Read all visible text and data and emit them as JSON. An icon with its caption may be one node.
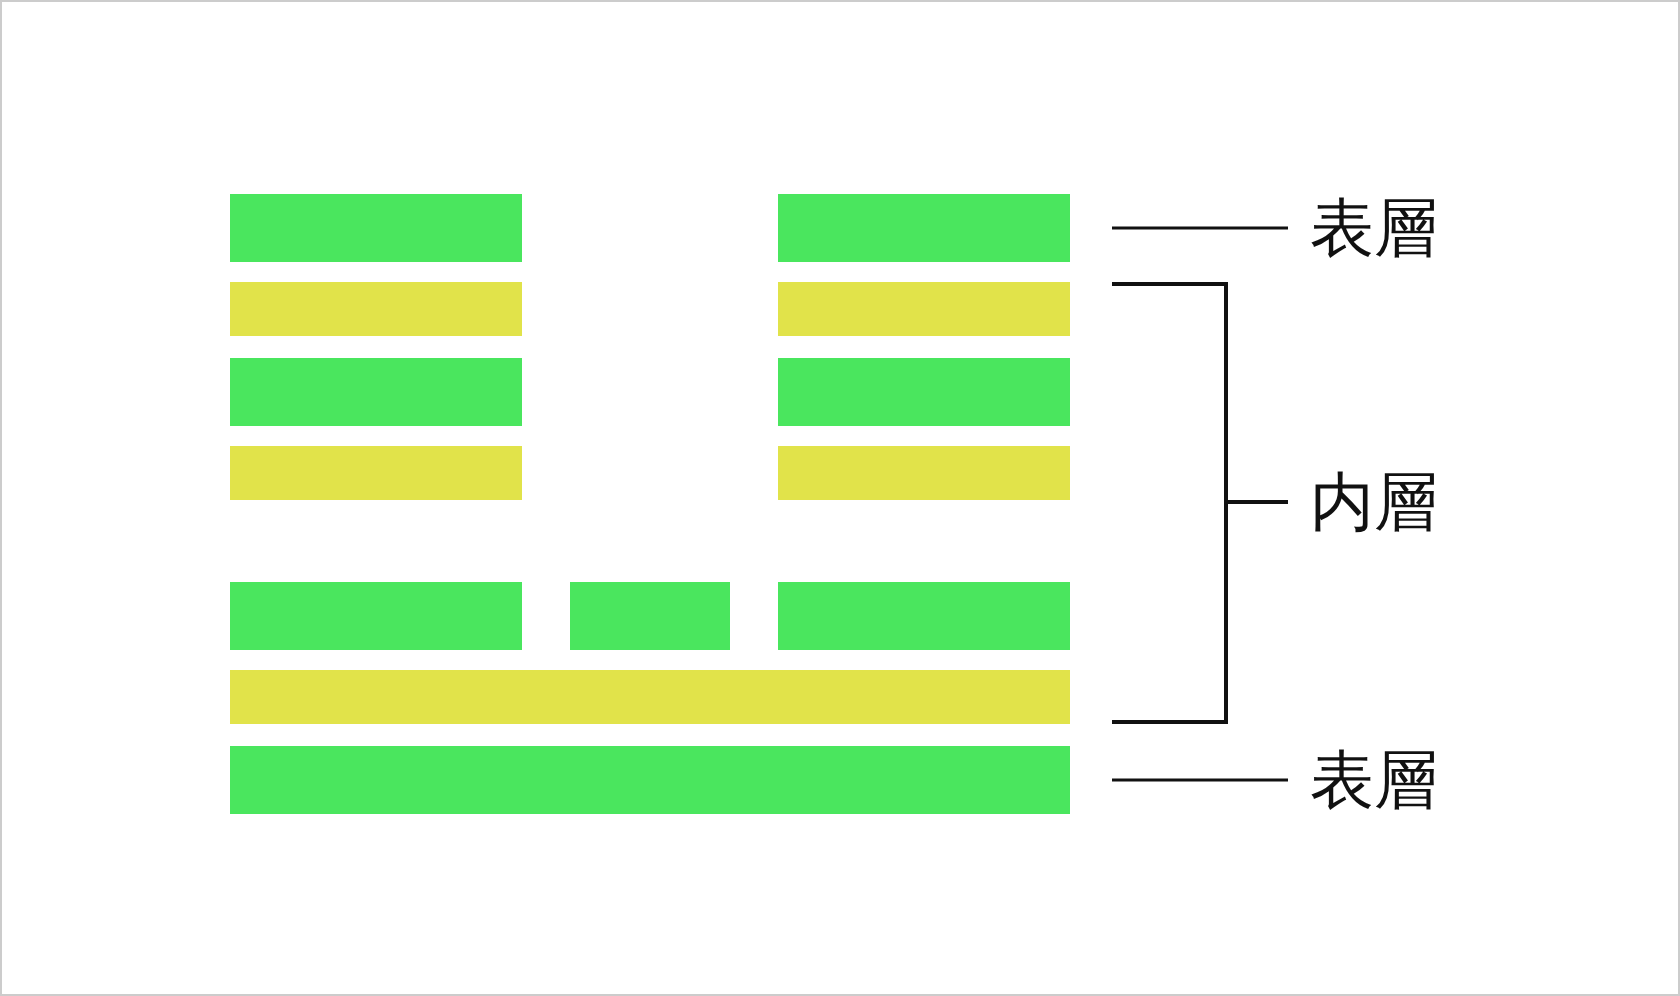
{
  "diagram": {
    "nodes": [
      {
        "text": [],
        "shape": "bar"
      },
      {
        "text": [],
        "shape": "bar"
      },
      {
        "text": [
          "表層"
        ]
      },
      {
        "text": [],
        "shape": "bar"
      },
      {
        "text": [],
        "shape": "bar"
      },
      {
        "text": [],
        "shape": "bar"
      },
      {
        "text": [],
        "shape": "bar"
      },
      {
        "text": [],
        "shape": "bar"
      },
      {
        "text": [],
        "shape": "bar"
      },
      {
        "text": [],
        "shape": "bar"
      },
      {
        "text": [],
        "shape": "bar"
      },
      {
        "text": [],
        "shape": "bar"
      },
      {
        "text": [],
        "shape": "bar"
      },
      {
        "text": [],
        "shape": "bar"
      },
      {
        "text": [
          "表層"
        ]
      }
    ],
    "edges": [
      {
        "from": 2,
        "to": 1,
        "arrow": "none"
      },
      {
        "from": 14,
        "to": 13,
        "arrow": "none"
      }
    ],
    "labels": [
      "内層"
    ]
  }
}
